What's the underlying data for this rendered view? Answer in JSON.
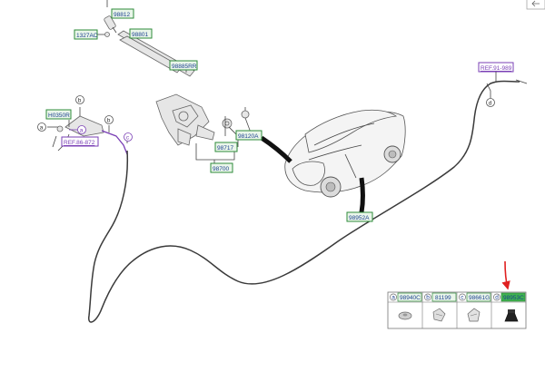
{
  "labels": {
    "p98812": "98812",
    "p1327ac": "1327AC",
    "p98801": "98801",
    "p98885rr": "98885RR",
    "h0350r": "H0350R",
    "p98120a": "98120A",
    "p98717": "98717",
    "p98700": "98700",
    "p98952a": "98952A"
  },
  "refs": {
    "ref86": "REF.86-872",
    "ref91": "REF.91-989"
  },
  "callouts": {
    "a": "a",
    "b": "b",
    "c": "c",
    "d": "d"
  },
  "legend": [
    {
      "letter": "a",
      "part": "98940C"
    },
    {
      "letter": "b",
      "part": "81199"
    },
    {
      "letter": "c",
      "part": "98661G"
    },
    {
      "letter": "d",
      "part": "98953C"
    }
  ],
  "colors": {
    "label_border": "#2e8b3a",
    "label_text": "#1a3f8f",
    "ref_color": "#7a3fb5",
    "arrow": "#e02020",
    "highlight": "#3fb34f"
  }
}
